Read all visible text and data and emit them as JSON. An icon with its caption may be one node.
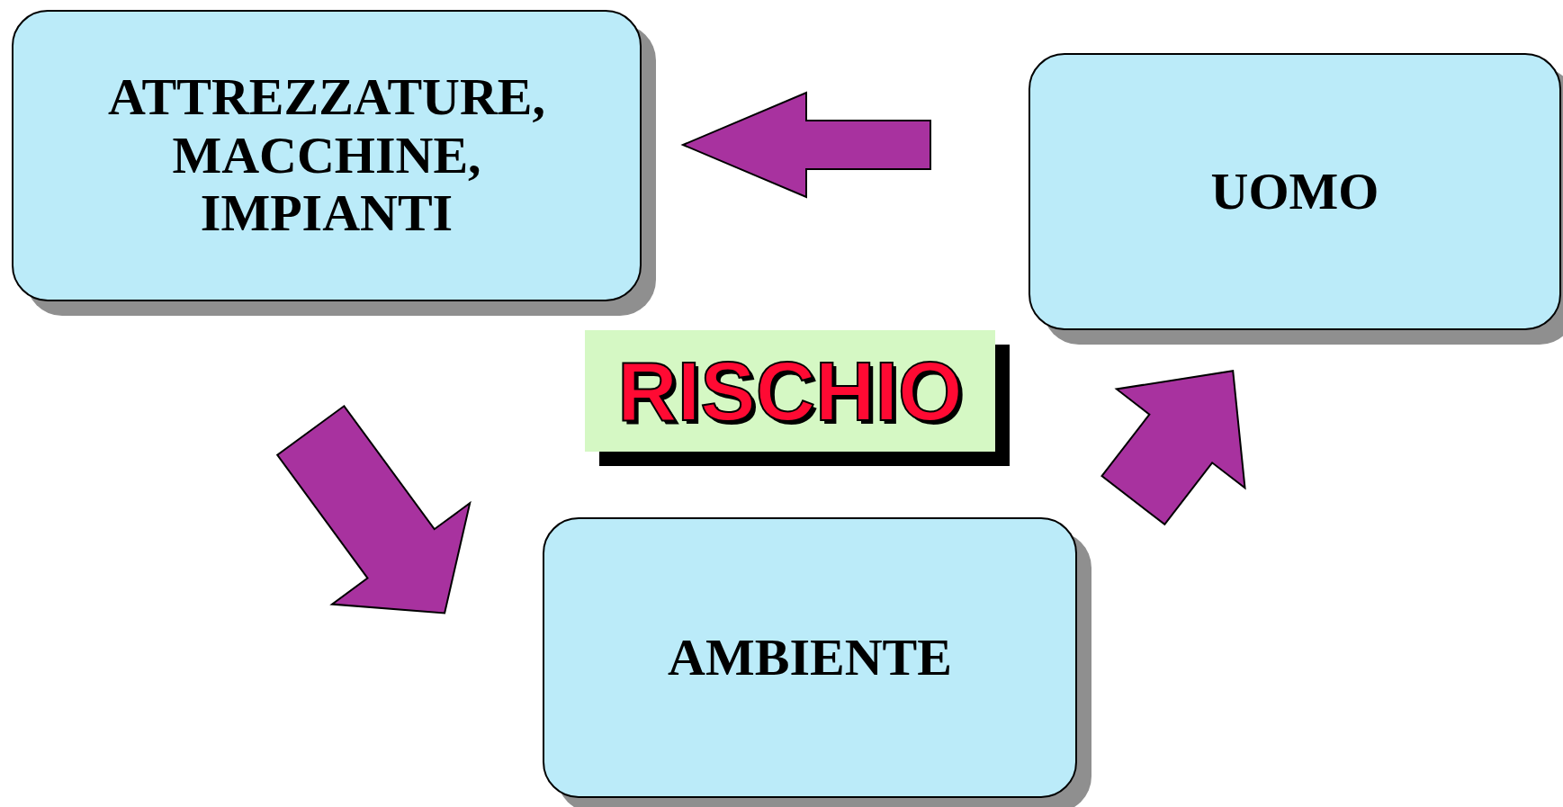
{
  "diagram": {
    "nodes": [
      {
        "text": [
          "ATTREZZATURE, MACCHINE, IMPIANTI"
        ]
      },
      {
        "text": [
          "UOMO"
        ]
      },
      {
        "text": [
          "RISCHIO"
        ]
      },
      {
        "text": [
          "AMBIENTE"
        ]
      }
    ],
    "edges": [
      {
        "from": 1,
        "to": 0,
        "arrow": "to"
      },
      {
        "from": 0,
        "to": 3,
        "arrow": "to"
      },
      {
        "from": 3,
        "to": 1,
        "arrow": "to"
      }
    ]
  }
}
